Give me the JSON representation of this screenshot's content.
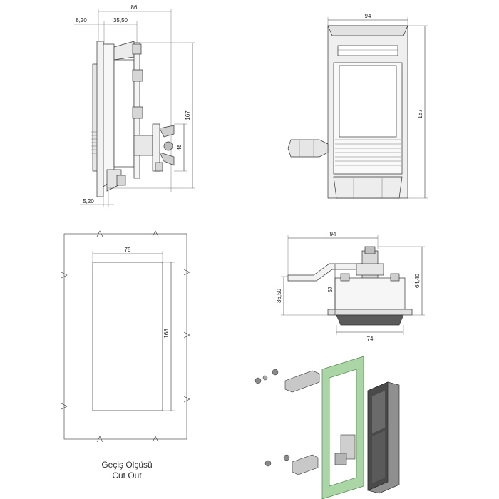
{
  "views": {
    "side": {
      "dim_top": "86",
      "dim_left_offset": "8,20",
      "dim_mid": "35,50",
      "dim_height": "167",
      "dim_boss": "48",
      "dim_bottom": "5,20"
    },
    "front": {
      "dim_width": "94",
      "dim_height": "187"
    },
    "cutout": {
      "dim_width": "75",
      "dim_height": "168",
      "caption_line1": "Geçiş Ölçüsü",
      "caption_line2": "Cut Out"
    },
    "top": {
      "dim_width": "94",
      "dim_depth_left": "36,50",
      "dim_depth_mid": "57",
      "dim_depth_right": "64,40",
      "dim_base": "74"
    }
  },
  "colors": {
    "line": "#333333",
    "panel_green": "#a9d6a4",
    "body_grey": "#dcdcdc",
    "dark_grey": "#4a4a4a"
  }
}
